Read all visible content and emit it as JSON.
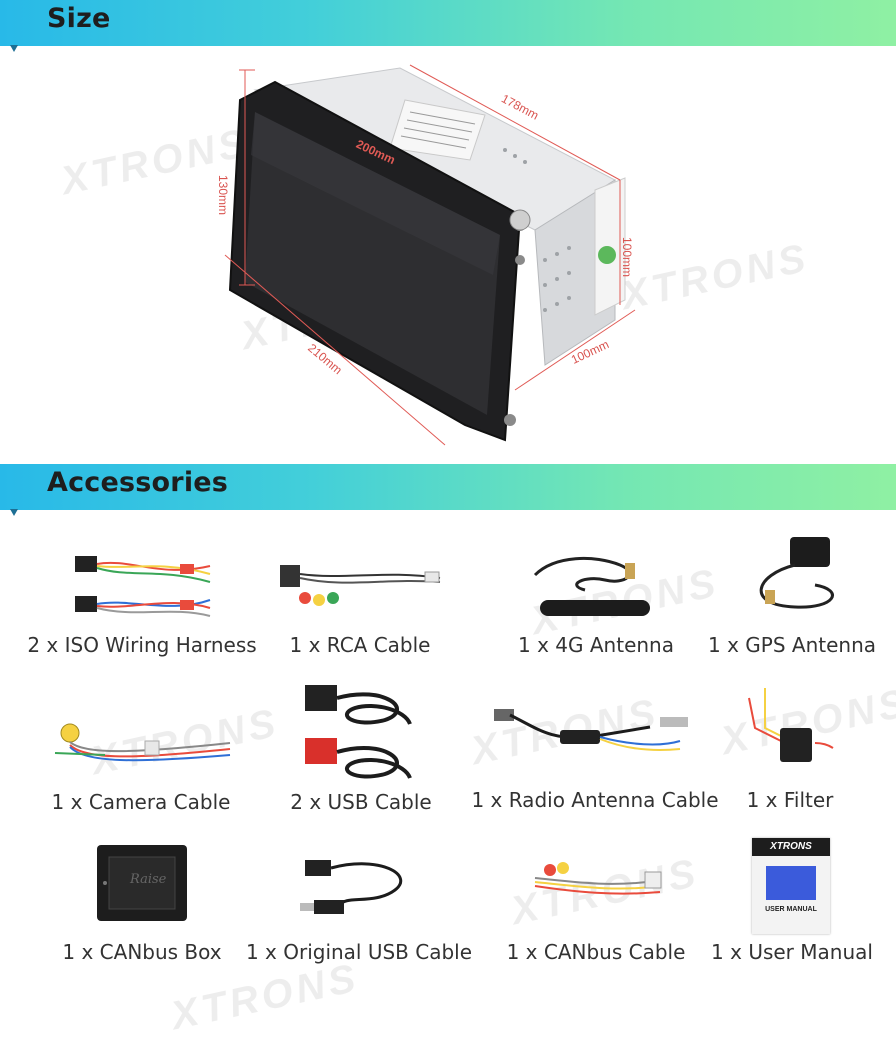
{
  "sections": {
    "size_title": "Size",
    "accessories_title": "Accessories"
  },
  "dimensions": {
    "depth": "178mm",
    "height": "130mm",
    "width": "210mm",
    "unit_height": "100mm",
    "unit_width": "100mm",
    "chassis_label": "200mm"
  },
  "brand": {
    "watermark": "XTRONS",
    "manual_brand": "XTRONS",
    "manual_title": "USER MANUAL",
    "canbus_brand": "Raise"
  },
  "accessories": [
    {
      "label": "2 x ISO Wiring Harness",
      "icon": "wiring-harness-icon"
    },
    {
      "label": "1 x RCA Cable",
      "icon": "rca-cable-icon"
    },
    {
      "label": "1 x 4G Antenna",
      "icon": "4g-antenna-icon"
    },
    {
      "label": "1 x GPS Antenna",
      "icon": "gps-antenna-icon"
    },
    {
      "label": "1 x Camera Cable",
      "icon": "camera-cable-icon"
    },
    {
      "label": "2 x USB Cable",
      "icon": "usb-cable-icon"
    },
    {
      "label": "1 x Radio Antenna Cable",
      "icon": "radio-antenna-cable-icon"
    },
    {
      "label": "1 x Filter",
      "icon": "filter-icon"
    },
    {
      "label": "1 x CANbus Box",
      "icon": "canbus-box-icon"
    },
    {
      "label": "1 x Original USB Cable",
      "icon": "original-usb-cable-icon"
    },
    {
      "label": "1 x CANbus Cable",
      "icon": "canbus-cable-icon"
    },
    {
      "label": "1 x User Manual",
      "icon": "user-manual-icon"
    }
  ],
  "colors": {
    "banner_start": "#28b9e8",
    "banner_end": "#8ff0a3",
    "dimension_line": "#d9534f"
  }
}
